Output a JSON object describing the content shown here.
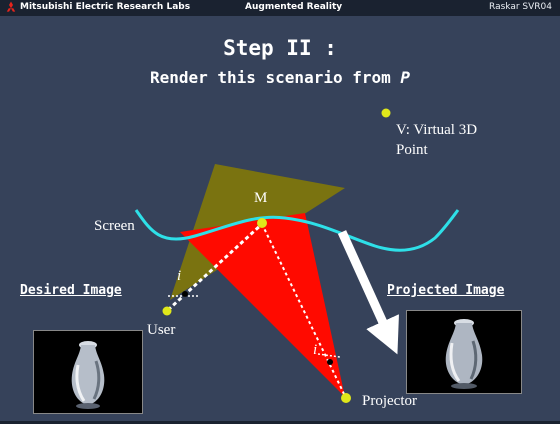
{
  "header": {
    "org": "Mitsubishi Electric Research Labs",
    "topic": "Augmented Reality",
    "author": "Raskar SVR04"
  },
  "title": {
    "line1": "Step II :",
    "line2_prefix": "Render this scenario from",
    "line2_var": "P"
  },
  "labels": {
    "virtual_point_1": "V: Virtual 3D",
    "virtual_point_2": "Point",
    "m": "M",
    "screen": "Screen",
    "i_user": "i",
    "i_proj": "i",
    "user": "User",
    "projector": "Projector"
  },
  "captions": {
    "desired": "Desired Image",
    "projected": "Projected Image"
  },
  "colors": {
    "background": "#36425a",
    "olive_plane": "#7a7310",
    "red_frustum": "#ff0a00",
    "screen_curve": "#2ee0e8",
    "point": "#e0e81a",
    "arrow": "#ffffff"
  }
}
